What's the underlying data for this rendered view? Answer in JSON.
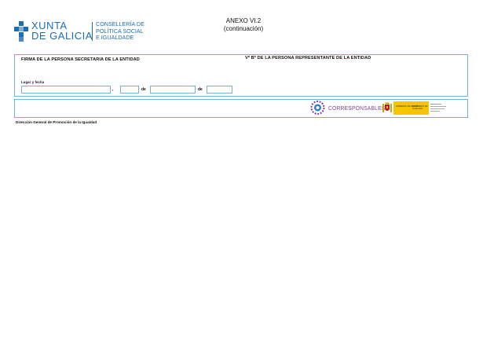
{
  "header": {
    "xunta_line1": "XUNTA",
    "xunta_line2": "DE GALICIA",
    "conselleria_line1": "CONSELLERÍA DE",
    "conselleria_line2": "POLÍTICA SOCIAL",
    "conselleria_line3": "E IGUALDADE",
    "anexo_title": "ANEXO VI.2",
    "anexo_subtitle": "(continuación)"
  },
  "signature": {
    "left_label": "FIRMA DE LA PERSONA SECRETARIA DE LA ENTIDAD",
    "right_label": "Vº Bº DE LA PERSONA REPRESENTANTE DE LA ENTIDAD",
    "place_date_label": "Lugar y fecha",
    "comma": ",",
    "de1": "de",
    "de2": "de",
    "fields": {
      "place": "",
      "day": "",
      "month": "",
      "year": ""
    }
  },
  "logos": {
    "corresponsables": "CORRESPONSABLES",
    "gobierno": "GOBIERNO DE ESPAÑA",
    "ministerio": "MINISTERIO DE IGUALDAD"
  },
  "footer": {
    "text": "Dirección General de Promoción de la Igualdad"
  },
  "colors": {
    "border": "#6fb3d9",
    "xunta_blue": "#1b6fb4",
    "corresponsables_purple": "#7b3f9e",
    "gobierno_yellow": "#f6c500"
  }
}
